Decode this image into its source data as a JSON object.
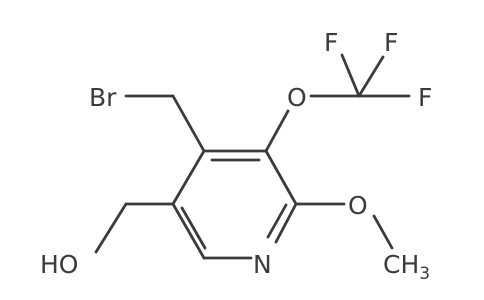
{
  "molecule": {
    "labels": {
      "br": "Br",
      "o_ocf3": "O",
      "f1": "F",
      "f2": "F",
      "f3": "F",
      "n": "N",
      "o_ome": "O",
      "c": "C",
      "h3": "H",
      "h3_sub": "3",
      "ho": "HO"
    }
  }
}
